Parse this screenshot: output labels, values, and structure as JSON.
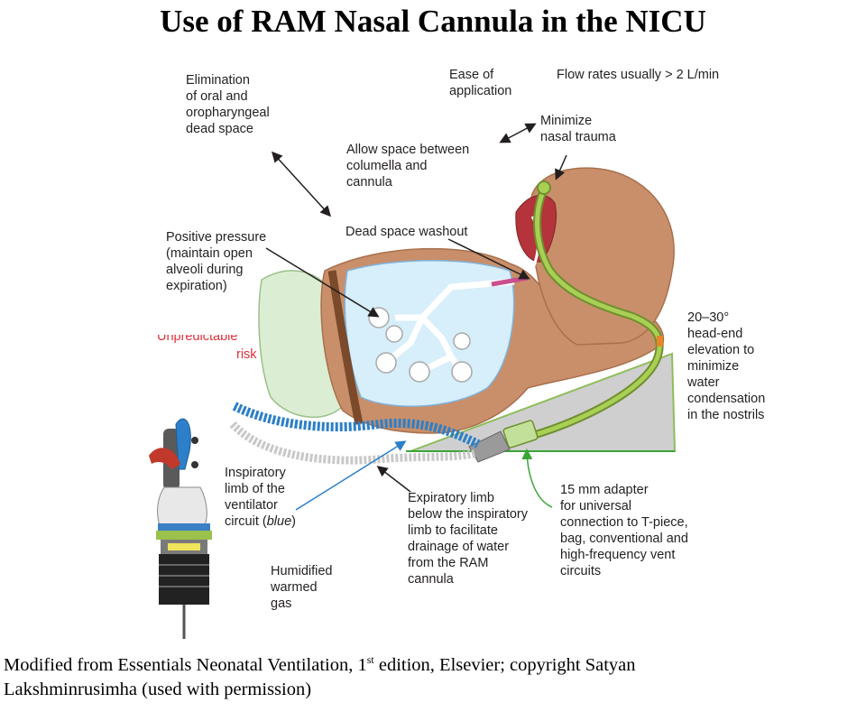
{
  "title": "Use of RAM Nasal Cannula in the NICU",
  "labels": {
    "dead_space_elim": [
      "Elimination",
      "of oral and",
      "oropharyngeal",
      "dead space"
    ],
    "ease": [
      "Ease of",
      "application"
    ],
    "flow_rates": "Flow rates usually > 2 L/min",
    "minimize_trauma": [
      "Minimize",
      "nasal trauma"
    ],
    "allow_space": [
      "Allow space between",
      "columella and",
      "cannula"
    ],
    "dead_space_washout": "Dead space washout",
    "positive_pressure": [
      "Positive pressure",
      "(maintain open",
      "alveoli during",
      "expiration)"
    ],
    "unpredictable": "Unpredictable",
    "risk": "risk",
    "head_elevation": [
      "20–30°",
      "head-end",
      "elevation to",
      "minimize",
      "water",
      "condensation",
      "in the nostrils"
    ],
    "inspiratory_limb": [
      "Inspiratory",
      "limb of the",
      "ventilator"
    ],
    "inspiratory_circuit": "circuit (",
    "inspiratory_blue": "blue",
    "inspiratory_close": ")",
    "humidified": [
      "Humidified",
      "warmed",
      "gas"
    ],
    "expiratory_limb": [
      "Expiratory limb",
      "below the inspiratory",
      "limb to facilitate",
      "drainage of water",
      "from the RAM",
      "cannula"
    ],
    "adapter": [
      "15 mm adapter",
      "for universal",
      "connection to T-piece,",
      "bag, conventional and",
      "high-frequency vent",
      "circuits"
    ]
  },
  "caption": {
    "line1_a": "Modified from Essentials Neonatal Ventilation, 1",
    "line1_sup": "st",
    "line1_b": " edition, Elsevier; copyright Satyan",
    "line2": "Lakshminrusimha (used with permission)"
  },
  "colors": {
    "skin": "#c98f6a",
    "skin_dark": "#a8704d",
    "lung": "#d7eefb",
    "lung_edge": "#7fb2da",
    "bed": "#cfcfcf",
    "bed_edge": "#8ebd5a",
    "cannula": "#9bc14b",
    "inspiratory_tube": "#2c7fc8",
    "expiratory_tube": "#d9d9d9",
    "label_red": "#e0303a"
  }
}
